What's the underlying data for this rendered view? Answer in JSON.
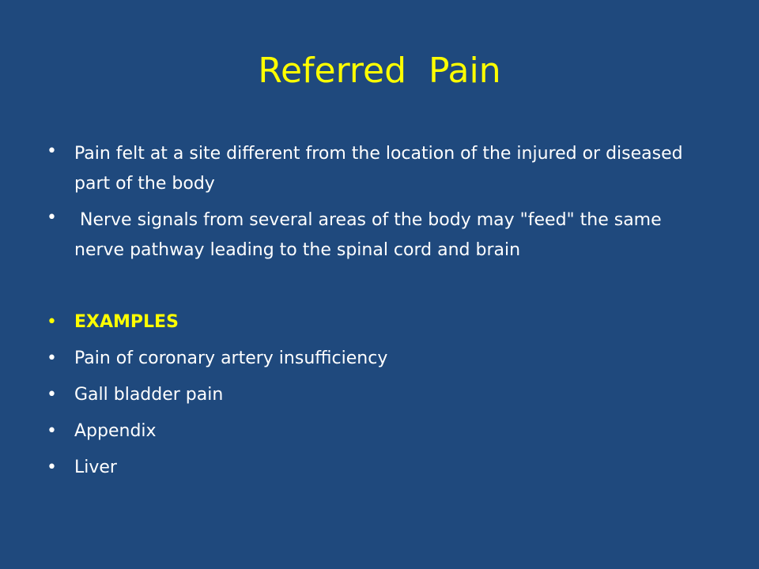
{
  "slide": {
    "title": "Referred  Pain",
    "bullets": [
      "Pain felt at a site different from the location of the injured or diseased part of the body",
      " Nerve signals from several areas of the body may \"feed\" the same nerve pathway leading to the spinal cord and brain",
      "EXAMPLES",
      "Pain of coronary artery insufficiency",
      "Gall bladder pain",
      "Appendix",
      "Liver"
    ],
    "bullet_symbol": "•"
  },
  "colors": {
    "background": "#1f497d",
    "title": "#ffff00",
    "text": "#ffffff",
    "highlight": "#ffff00"
  }
}
